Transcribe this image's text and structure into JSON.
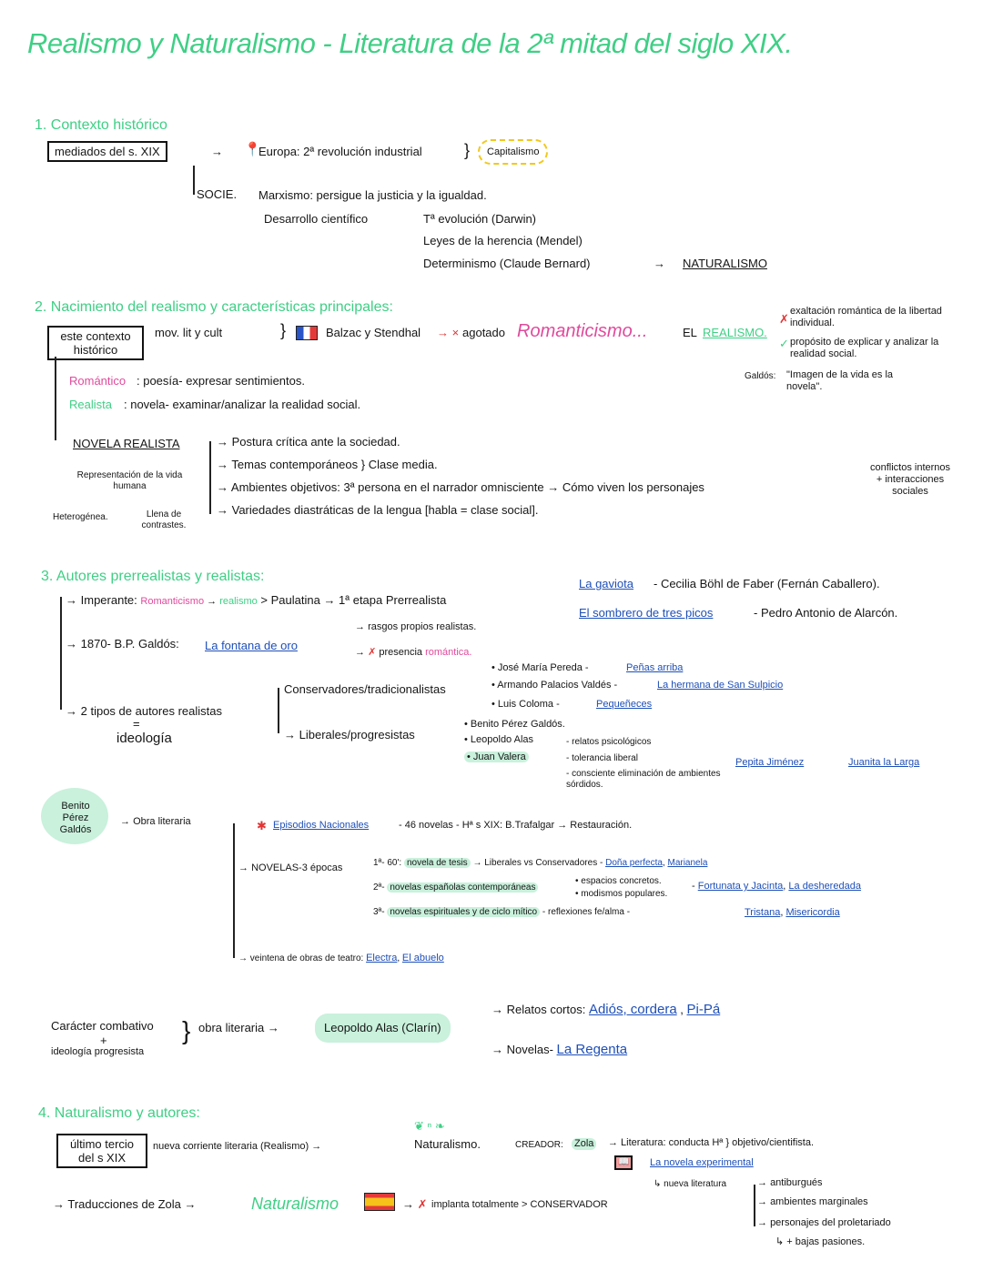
{
  "title": "Realismo y Naturalismo - Literatura de la 2ª mitad del siglo XIX.",
  "s1": {
    "heading": "1. Contexto histórico",
    "box": "mediados del s. XIX",
    "europa": "Europa: 2ª revolución industrial",
    "capitalismo": "Capitalismo",
    "sociedad": "SOCIE.",
    "marxismo": "Marxismo: persigue la justicia y la igualdad.",
    "desarrollo": "Desarrollo científico",
    "items": [
      "Tª evolución (Darwin)",
      "Leyes de la herencia (Mendel)",
      "Determinismo (Claude Bernard)"
    ],
    "naturalismo": "NATURALISMO"
  },
  "s2": {
    "heading": "2. Nacimiento del realismo y características principales:",
    "box": "este contexto histórico",
    "mov": "mov. lit y cult",
    "balzac": "Balzac y Stendhal",
    "agotado": "agotado",
    "romanticismo": "Romanticismo...",
    "el": "EL",
    "realismo": "REALISMO.",
    "x_text": "exaltación romántica de la libertad individual.",
    "check_text": "propósito de explicar y analizar la realidad social.",
    "galdos": "Galdós:",
    "quote": "\"Imagen de la vida es la novela\".",
    "romantico": "Romántico",
    "romantico_text": ": poesía- expresar sentimientos.",
    "realista": "Realista",
    "realista_text": ": novela- examinar/analizar la realidad social.",
    "novela_realista": "NOVELA REALISTA",
    "representacion": "Representación de la vida humana",
    "heterogenea": "Heterogénea.",
    "contrastes": "Llena de contrastes.",
    "features": [
      "Postura crítica ante la sociedad.",
      "Temas contemporáneos } Clase media.",
      "Ambientes objetivos: 3ª persona en el narrador omnisciente → Cómo viven los personajes",
      "Variedades diastráticas de la lengua [habla = clase social]."
    ],
    "conflictos": "conflictos internos + interacciones sociales"
  },
  "s3": {
    "heading": "3. Autores prerrealistas y realistas:",
    "imperante": "Imperante:",
    "romanticismo": "Romanticismo",
    "realismo": "realismo",
    "paulatina": "> Paulatina → 1ª etapa Prerrealista",
    "gaviota": "La gaviota",
    "gaviota_author": "- Cecilia Böhl de Faber (Fernán Caballero).",
    "sombrero": "El sombrero de tres picos",
    "sombrero_author": "- Pedro Antonio de Alarcón.",
    "galdos1870": "1870- B.P. Galdós:",
    "fontana": "La fontana de oro",
    "rasgos": "rasgos propios realistas.",
    "presencia": "presencia",
    "romantica": "romántica.",
    "dos_tipos": "2 tipos de autores realistas",
    "igual": "=",
    "ideologia": "ideología",
    "conservadores": "Conservadores/tradicionalistas",
    "cons_authors": [
      {
        "name": "• José María Pereda -",
        "work": "Peñas arriba"
      },
      {
        "name": "• Armando Palacios Valdés -",
        "work": "La hermana de San Sulpicio"
      },
      {
        "name": "• Luis Coloma -",
        "work": "Pequeñeces"
      }
    ],
    "liberales": "Liberales/progresistas",
    "lib_authors": [
      "• Benito Pérez Galdós.",
      "• Leopoldo Alas",
      "• Juan Valera"
    ],
    "valera_traits": [
      "- relatos psicológicos",
      "- tolerancia liberal",
      "- consciente eliminación de ambientes sórdidos."
    ],
    "valera_works": [
      "Pepita Jiménez",
      "Juanita la Larga"
    ]
  },
  "galdos": {
    "name": "Benito Pérez Galdós",
    "obra": "Obra literaria",
    "episodios": "Episodios Nacionales",
    "episodios_text": "- 46 novelas - Hª s XIX: B.Trafalgar → Restauración.",
    "novelas": "NOVELAS-3 épocas",
    "epoca1_num": "1ª- 60':",
    "epoca1": "novela de tesis",
    "epoca1_text": "→ Liberales vs Conservadores -",
    "epoca1_works": [
      "Doña perfecta",
      "Marianela"
    ],
    "epoca2_num": "2ª-",
    "epoca2": "novelas españolas contemporáneas",
    "epoca2_traits": [
      "• espacios concretos.",
      "• modismos populares."
    ],
    "epoca2_works": [
      "Fortunata y Jacinta",
      "La desheredada"
    ],
    "epoca3_num": "3ª-",
    "epoca3": "novelas espirituales y de ciclo mítico",
    "epoca3_text": "- reflexiones fe/alma -",
    "epoca3_works": [
      "Tristana",
      "Misericordia"
    ],
    "teatro": "veintena de obras de teatro:",
    "teatro_works": [
      "Electra",
      "El abuelo"
    ]
  },
  "clarin": {
    "caracter": "Carácter combativo",
    "plus": "+",
    "ideologia": "ideología progresista",
    "obra": "obra literaria →",
    "name": "Leopoldo Alas (Clarín)",
    "relatos": "Relatos cortos:",
    "relatos_works": [
      "Adiós, cordera",
      "Pi-Pá"
    ],
    "novelas": "Novelas-",
    "novela_work": "La Regenta"
  },
  "s4": {
    "heading": "4. Naturalismo y autores:",
    "box": "último tercio del s XIX",
    "nueva": "nueva corriente literaria (Realismo) →",
    "naturalismo": "Naturalismo.",
    "creador": "CREADOR:",
    "zola": "Zola",
    "literatura": "→ Literatura: conducta Hª } objetivo/cientifista.",
    "novela_exp": "La novela experimental",
    "nueva_lit": "nueva literatura",
    "traits": [
      "antiburgués",
      "ambientes marginales",
      "personajes del proletariado",
      "+ bajas pasiones."
    ],
    "traducciones": "→ Traducciones de Zola →",
    "naturalismo2": "Naturalismo",
    "implanta": "implanta totalmente > CONSERVADOR"
  }
}
